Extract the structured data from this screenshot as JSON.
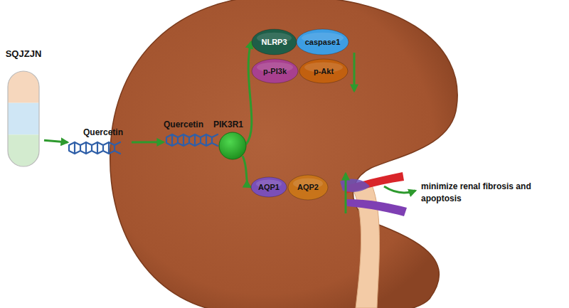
{
  "diagram": {
    "nodes": [
      {
        "text": [
          "SQJZJN"
        ]
      },
      {
        "text": [
          "Quercetin"
        ]
      },
      {
        "text": [
          "Quercetin"
        ]
      },
      {
        "text": [
          "PIK3R1"
        ]
      },
      {
        "text": [
          "NLRP3"
        ]
      },
      {
        "text": [
          "caspase1"
        ]
      },
      {
        "text": [
          "p-PI3k"
        ]
      },
      {
        "text": [
          "p-Akt"
        ]
      },
      {
        "text": [
          "AQP1"
        ]
      },
      {
        "text": [
          "AQP2"
        ]
      }
    ],
    "edges": [
      {
        "from": 0,
        "to": 1,
        "arrow": "to"
      },
      {
        "from": 1,
        "to": 2,
        "arrow": "to"
      },
      {
        "from": 3,
        "to": 4,
        "arrow": "to"
      },
      {
        "from": 3,
        "to": 8,
        "arrow": "to"
      }
    ],
    "labels": [
      "minimize renal fibrosis and apoptosis"
    ]
  }
}
